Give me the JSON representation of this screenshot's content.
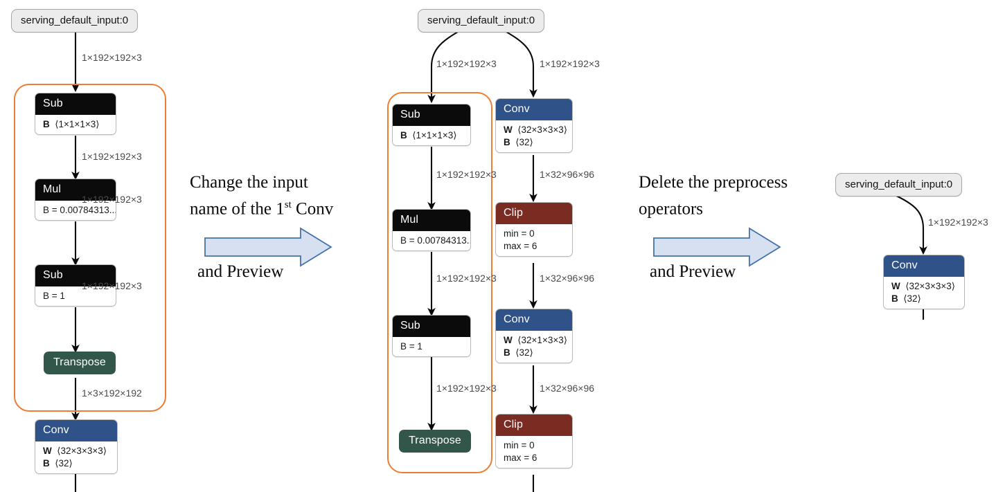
{
  "colors": {
    "accent_orange": "#ED7D31",
    "conv_blue": "#2F5289",
    "clip_red": "#7A2B22",
    "transpose_green": "#33564A",
    "op_black": "#0B0B0B",
    "pill_gray": "#ECECEC",
    "arrow_fill": "#D6E0F0",
    "arrow_stroke": "#4472A8",
    "edge_label": "#4A4A4A"
  },
  "panels": {
    "left": {
      "input_pill": "serving_default_input:0",
      "nodes": [
        {
          "title": "Sub",
          "color": "black",
          "attrs": [
            "B  ⟨1×1×1×3⟩"
          ]
        },
        {
          "title": "Mul",
          "color": "black",
          "attrs": [
            "B = 0.00784313..."
          ]
        },
        {
          "title": "Sub",
          "color": "black",
          "attrs": [
            "B = 1"
          ]
        },
        {
          "title": "Transpose",
          "color": "green",
          "attrs": []
        },
        {
          "title": "Conv",
          "color": "blue",
          "attrs": [
            "W  ⟨32×3×3×3⟩",
            "B  ⟨32⟩"
          ]
        }
      ],
      "edge_labels": [
        "1×192×192×3",
        "1×192×192×3",
        "1×192×192×3",
        "1×192×192×3",
        "1×3×192×192"
      ],
      "group_highlight": true
    },
    "middle": {
      "input_pill": "serving_default_input:0",
      "left_branch_nodes": [
        {
          "title": "Sub",
          "color": "black",
          "attrs": [
            "B  ⟨1×1×1×3⟩"
          ]
        },
        {
          "title": "Mul",
          "color": "black",
          "attrs": [
            "B = 0.00784313..."
          ]
        },
        {
          "title": "Sub",
          "color": "black",
          "attrs": [
            "B = 1"
          ]
        },
        {
          "title": "Transpose",
          "color": "green",
          "attrs": []
        }
      ],
      "right_branch_nodes": [
        {
          "title": "Conv",
          "color": "blue",
          "attrs": [
            "W  ⟨32×3×3×3⟩",
            "B  ⟨32⟩"
          ]
        },
        {
          "title": "Clip",
          "color": "red",
          "attrs": [
            "min = 0",
            "max = 6"
          ]
        },
        {
          "title": "Conv",
          "color": "blue",
          "attrs": [
            "W  ⟨32×1×3×3⟩",
            "B  ⟨32⟩"
          ]
        },
        {
          "title": "Clip",
          "color": "red",
          "attrs": [
            "min = 0",
            "max = 6"
          ]
        }
      ],
      "left_edge_labels": [
        "1×192×192×3",
        "1×192×192×3",
        "1×192×192×3",
        "1×192×192×3"
      ],
      "right_edge_labels": [
        "1×192×192×3",
        "1×32×96×96",
        "1×32×96×96",
        "1×32×96×96"
      ],
      "group_highlight": true
    },
    "right": {
      "input_pill": "serving_default_input:0",
      "nodes": [
        {
          "title": "Conv",
          "color": "blue",
          "attrs": [
            "W  ⟨32×3×3×3⟩",
            "B  ⟨32⟩"
          ]
        }
      ],
      "edge_labels": [
        "1×192×192×3"
      ],
      "group_highlight": false
    }
  },
  "annotations": [
    {
      "line1": "Change the input",
      "line2_pre": "name of the 1",
      "line2_sup": "st",
      "line2_post": " Conv",
      "tail": "and Preview"
    },
    {
      "line1": "Delete the preprocess",
      "line2_pre": "operators",
      "line2_sup": "",
      "line2_post": "",
      "tail": "and Preview"
    }
  ]
}
